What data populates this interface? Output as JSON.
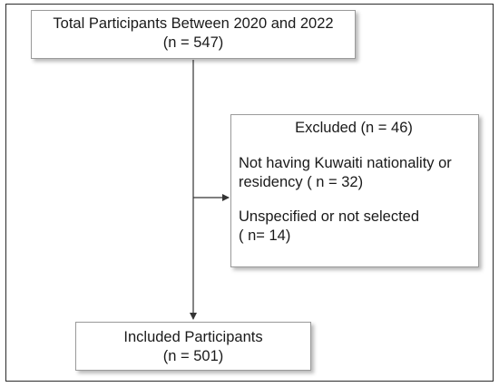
{
  "total": {
    "line1": "Total Participants Between 2020 and 2022",
    "line2": "(n = 547)"
  },
  "excluded": {
    "title": "Excluded (n = 46)",
    "reasons": [
      {
        "text": "Not having Kuwaiti nationality or residency ( n = 32)"
      },
      {
        "line1": "Unspecified or not selected",
        "line2": "( n= 14)"
      }
    ]
  },
  "included": {
    "line1": "Included Participants",
    "line2": "(n = 501)"
  },
  "colors": {
    "border": "#9a9a9a",
    "line": "#333333",
    "frame": "#2a2a2a"
  }
}
